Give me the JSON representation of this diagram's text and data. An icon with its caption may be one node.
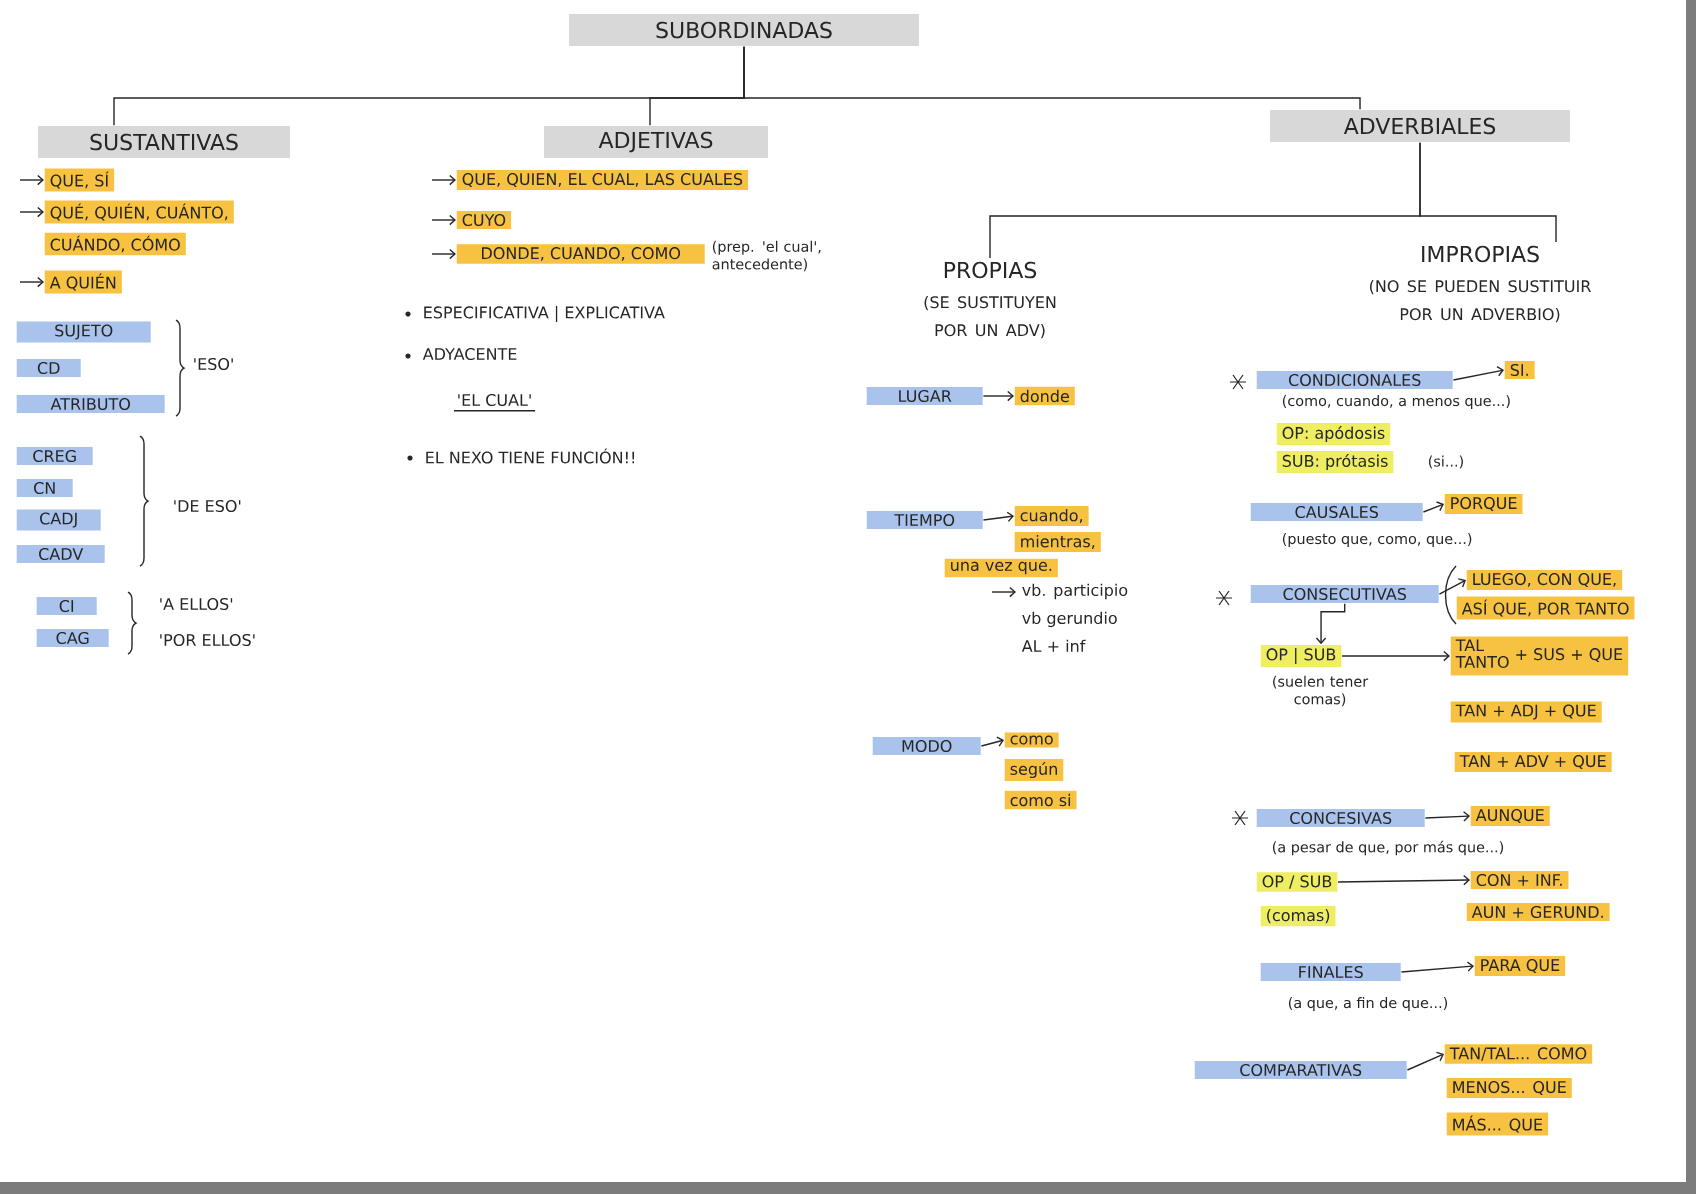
{
  "diagram": {
    "nodes": [
      {
        "text": [
          "SUBORDINADAS"
        ]
      },
      {
        "text": [
          "SUSTANTIVAS"
        ]
      },
      {
        "text": [
          "ADJETIVAS"
        ]
      },
      {
        "text": [
          "ADVERBIALES"
        ]
      },
      {
        "text": [
          "QUE, SÍ"
        ]
      },
      {
        "text": [
          "QUÉ, QUIÉN, CUÁNTO,"
        ]
      },
      {
        "text": [
          "CUÁNDO, CÓMO"
        ]
      },
      {
        "text": [
          "A QUIÉN"
        ]
      },
      {
        "text": [
          "SUJETO"
        ]
      },
      {
        "text": [
          "CD"
        ]
      },
      {
        "text": [
          "ATRIBUTO"
        ]
      },
      {
        "text": [
          "CREG"
        ]
      },
      {
        "text": [
          "CN"
        ]
      },
      {
        "text": [
          "CADJ"
        ]
      },
      {
        "text": [
          "CADV"
        ]
      },
      {
        "text": [
          "CI"
        ]
      },
      {
        "text": [
          "CAG"
        ]
      },
      {
        "text": [
          "QUE, QUIEN, EL CUAL, LAS CUALES"
        ]
      },
      {
        "text": [
          "CUYO"
        ]
      },
      {
        "text": [
          "DONDE, CUANDO, COMO"
        ],
        "beside": [
          "(prep. 'el cual', antecedente)"
        ]
      },
      {
        "text": [
          "PROPIAS",
          "(SE SUSTITUYEN POR UN ADV)"
        ]
      },
      {
        "text": [
          "IMPROPIAS",
          "(NO SE PUEDEN SUSTITUIR POR UN ADVERBIO)"
        ]
      },
      {
        "text": [
          "LUGAR"
        ]
      },
      {
        "text": [
          "donde"
        ]
      },
      {
        "text": [
          "TIEMPO"
        ]
      },
      {
        "text": [
          "cuando,"
        ]
      },
      {
        "text": [
          "mientras,"
        ]
      },
      {
        "text": [
          "una vez que."
        ]
      },
      {
        "text": [
          "vb. participio",
          "vb gerundio",
          "AL + inf"
        ]
      },
      {
        "text": [
          "MODO"
        ]
      },
      {
        "text": [
          "como"
        ]
      },
      {
        "text": [
          "según"
        ]
      },
      {
        "text": [
          "como si"
        ]
      },
      {
        "text": [
          "CONDICIONALES"
        ],
        "beside": [
          "(como, cuando, a menos que...)"
        ]
      },
      {
        "text": [
          "SI."
        ]
      },
      {
        "text": [
          "OP: apódosis"
        ]
      },
      {
        "text": [
          "SUB: prótasis"
        ],
        "beside": [
          "(si...)"
        ]
      },
      {
        "text": [
          "CAUSALES"
        ],
        "beside": [
          "(puesto que, como, que...)"
        ]
      },
      {
        "text": [
          "PORQUE"
        ]
      },
      {
        "text": [
          "CONSECUTIVAS"
        ]
      },
      {
        "text": [
          "LUEGO, CON QUE,"
        ]
      },
      {
        "text": [
          "ASÍ QUE, POR TANTO"
        ]
      },
      {
        "text": [
          "OP | SUB"
        ],
        "beside": [
          "(suelen tener comas)"
        ]
      },
      {
        "text": [
          "TAL",
          "TANTO",
          "+ SUS + QUE"
        ]
      },
      {
        "text": [
          "TAN + ADJ + QUE"
        ]
      },
      {
        "text": [
          "TAN + ADV + QUE"
        ]
      },
      {
        "text": [
          "CONCESIVAS"
        ],
        "beside": [
          "(a pesar de que, por más que...)"
        ]
      },
      {
        "text": [
          "AUNQUE"
        ]
      },
      {
        "text": [
          "OP / SUB"
        ]
      },
      {
        "text": [
          "(comas)"
        ]
      },
      {
        "text": [
          "CON + INF."
        ]
      },
      {
        "text": [
          "AUN + GERUND."
        ]
      },
      {
        "text": [
          "FINALES"
        ],
        "beside": [
          "(a que, a fin de que...)"
        ]
      },
      {
        "text": [
          "PARA QUE"
        ]
      },
      {
        "text": [
          "COMPARATIVAS"
        ]
      },
      {
        "text": [
          "TAN/TAL... COMO"
        ]
      },
      {
        "text": [
          "MENOS... QUE"
        ]
      },
      {
        "text": [
          "MÁS... QUE"
        ]
      }
    ],
    "edges": [
      {
        "from": 0,
        "to": 1,
        "arrow": "none"
      },
      {
        "from": 0,
        "to": 2,
        "arrow": "none"
      },
      {
        "from": 0,
        "to": 3,
        "arrow": "none"
      },
      {
        "from": 3,
        "to": 20,
        "arrow": "none"
      },
      {
        "from": 3,
        "to": 21,
        "arrow": "none"
      },
      {
        "from": null,
        "to": 4,
        "arrow": "to"
      },
      {
        "from": null,
        "to": 5,
        "arrow": "to"
      },
      {
        "from": null,
        "to": 7,
        "arrow": "to"
      },
      {
        "from": null,
        "to": 17,
        "arrow": "to"
      },
      {
        "from": null,
        "to": 18,
        "arrow": "to"
      },
      {
        "from": null,
        "to": 19,
        "arrow": "to"
      },
      {
        "from": 22,
        "to": 23,
        "arrow": "to"
      },
      {
        "from": 24,
        "to": 25,
        "arrow": "to"
      },
      {
        "from": null,
        "to": 28,
        "arrow": "to"
      },
      {
        "from": 29,
        "to": 30,
        "arrow": "to"
      },
      {
        "from": 33,
        "to": 34,
        "arrow": "to"
      },
      {
        "from": 37,
        "to": 38,
        "arrow": "to"
      },
      {
        "from": 39,
        "to": 40,
        "arrow": "to"
      },
      {
        "from": 39,
        "to": 42,
        "arrow": "to"
      },
      {
        "from": 42,
        "to": 43,
        "arrow": "to"
      },
      {
        "from": 46,
        "to": 47,
        "arrow": "to"
      },
      {
        "from": 48,
        "to": 50,
        "arrow": "to"
      },
      {
        "from": 52,
        "to": 53,
        "arrow": "to"
      },
      {
        "from": 54,
        "to": 55,
        "arrow": "to"
      }
    ],
    "labels": [
      "'ESO'",
      "'DE ESO'",
      "'A ELLOS'",
      "'POR ELLOS'",
      "ESPECIFICATIVA | EXPLICATIVA",
      "ADYACENTE",
      "'EL CUAL'",
      "EL NEXO TIENE FUNCIÓN!!"
    ]
  }
}
